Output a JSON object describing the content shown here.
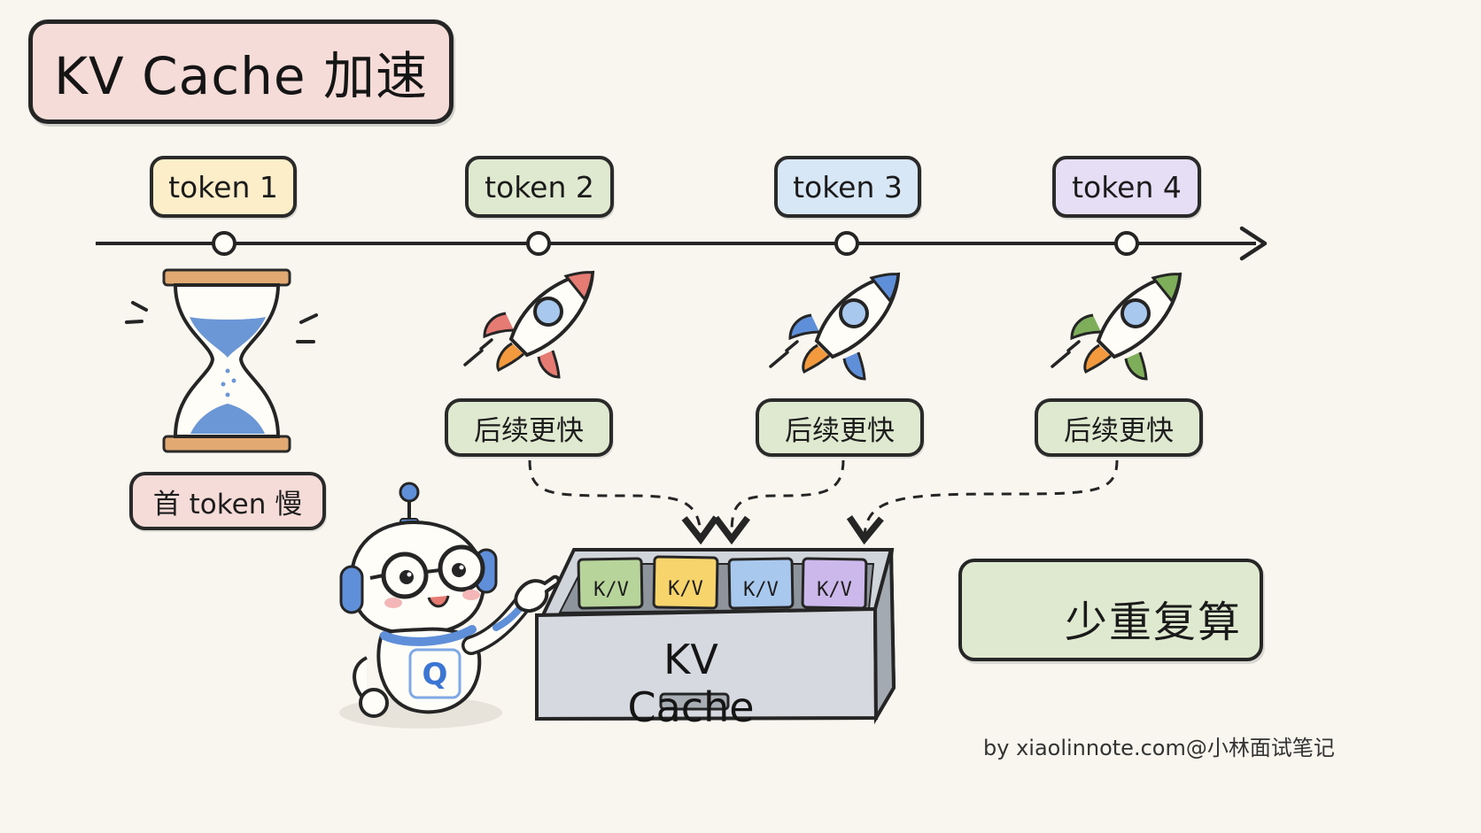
{
  "title": "KV Cache 加速",
  "timeline": {
    "tokens": [
      {
        "label": "token 1",
        "color": "#fbeec8"
      },
      {
        "label": "token 2",
        "color": "#dfe9cf"
      },
      {
        "label": "token 3",
        "color": "#d8e7f6"
      },
      {
        "label": "token 4",
        "color": "#e6def5"
      }
    ]
  },
  "notes": {
    "first_slow": "首 token 慢",
    "faster": [
      "后续更快",
      "后续更快",
      "后续更快"
    ]
  },
  "cache": {
    "label": "KV Cache",
    "cards": [
      {
        "label": "K/V",
        "color": "#b7d49a"
      },
      {
        "label": "K/V",
        "color": "#f7d46c"
      },
      {
        "label": "K/V",
        "color": "#a9c8ee"
      },
      {
        "label": "K/V",
        "color": "#ccb8ea"
      }
    ],
    "robot_badge": "Q"
  },
  "benefit": {
    "text": "少重复算",
    "icon": "shield-check-icon",
    "shield_color": "#6a9f3f",
    "check_color": "#ffffff"
  },
  "footer": {
    "credit": "by xiaolinnote.com@小林面试笔记"
  },
  "palette": {
    "ink": "#252525",
    "rocket_red": "#e67b73",
    "rocket_blue": "#5e8fd8",
    "rocket_green": "#7fae5b",
    "sand": "#6b97d6",
    "wood": "#e2aa72"
  }
}
